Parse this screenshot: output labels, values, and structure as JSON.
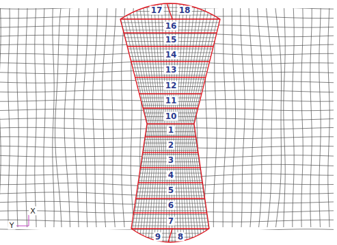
{
  "diagram": {
    "labels": [
      "17",
      "18",
      "16",
      "15",
      "14",
      "13",
      "12",
      "11",
      "10",
      "1",
      "2",
      "3",
      "4",
      "5",
      "6",
      "7",
      "9",
      "8",
      "X",
      "Y"
    ]
  }
}
